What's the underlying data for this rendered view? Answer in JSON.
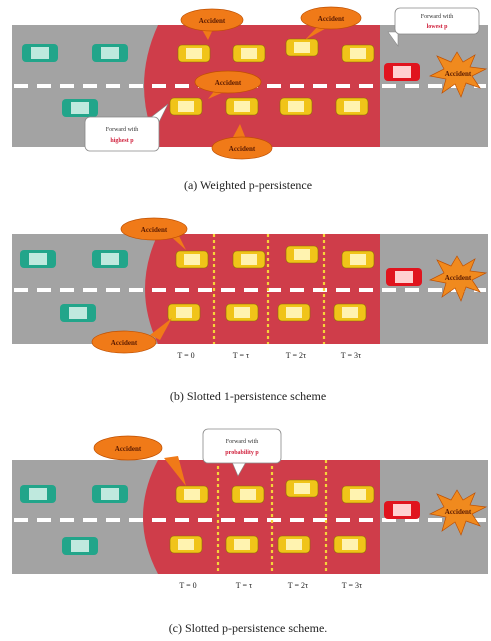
{
  "panels": [
    {
      "caption": "(a) Weighted p-persistence",
      "accident_labels": [
        "Accident",
        "Accident",
        "Accident",
        "Accident",
        "Accident"
      ],
      "notes": [
        {
          "line1": "Forward with",
          "line2": "lowest p"
        },
        {
          "line1": "Forward with",
          "line2": "highest p"
        }
      ],
      "time_labels": []
    },
    {
      "caption": "(b) Slotted 1-persistence scheme",
      "accident_labels": [
        "Accident",
        "Accident",
        "Accident"
      ],
      "notes": [],
      "time_labels": [
        "T = 0",
        "T = τ",
        "T = 2τ",
        "T = 3τ"
      ]
    },
    {
      "caption": "(c) Slotted p-persistence scheme.",
      "accident_labels": [
        "Accident",
        "Accident"
      ],
      "notes": [
        {
          "line1": "Forward with",
          "line2": "probability p"
        }
      ],
      "time_labels": [
        "T = 0",
        "T = τ",
        "T = 2τ",
        "T = 3τ"
      ]
    }
  ],
  "colors": {
    "road": "#a3a3a3",
    "zone": "#cf3d4a",
    "lane_mark": "#ffffff",
    "car_green": "#22a58a",
    "car_yellow": "#f0c419",
    "car_red": "#e0141e",
    "bubble": "#f07a18",
    "slot_line": "#f6d23a"
  },
  "icons": [
    "green-car-icon",
    "yellow-car-icon",
    "red-car-icon",
    "explosion-icon",
    "speech-bubble-icon",
    "note-callout-icon"
  ]
}
